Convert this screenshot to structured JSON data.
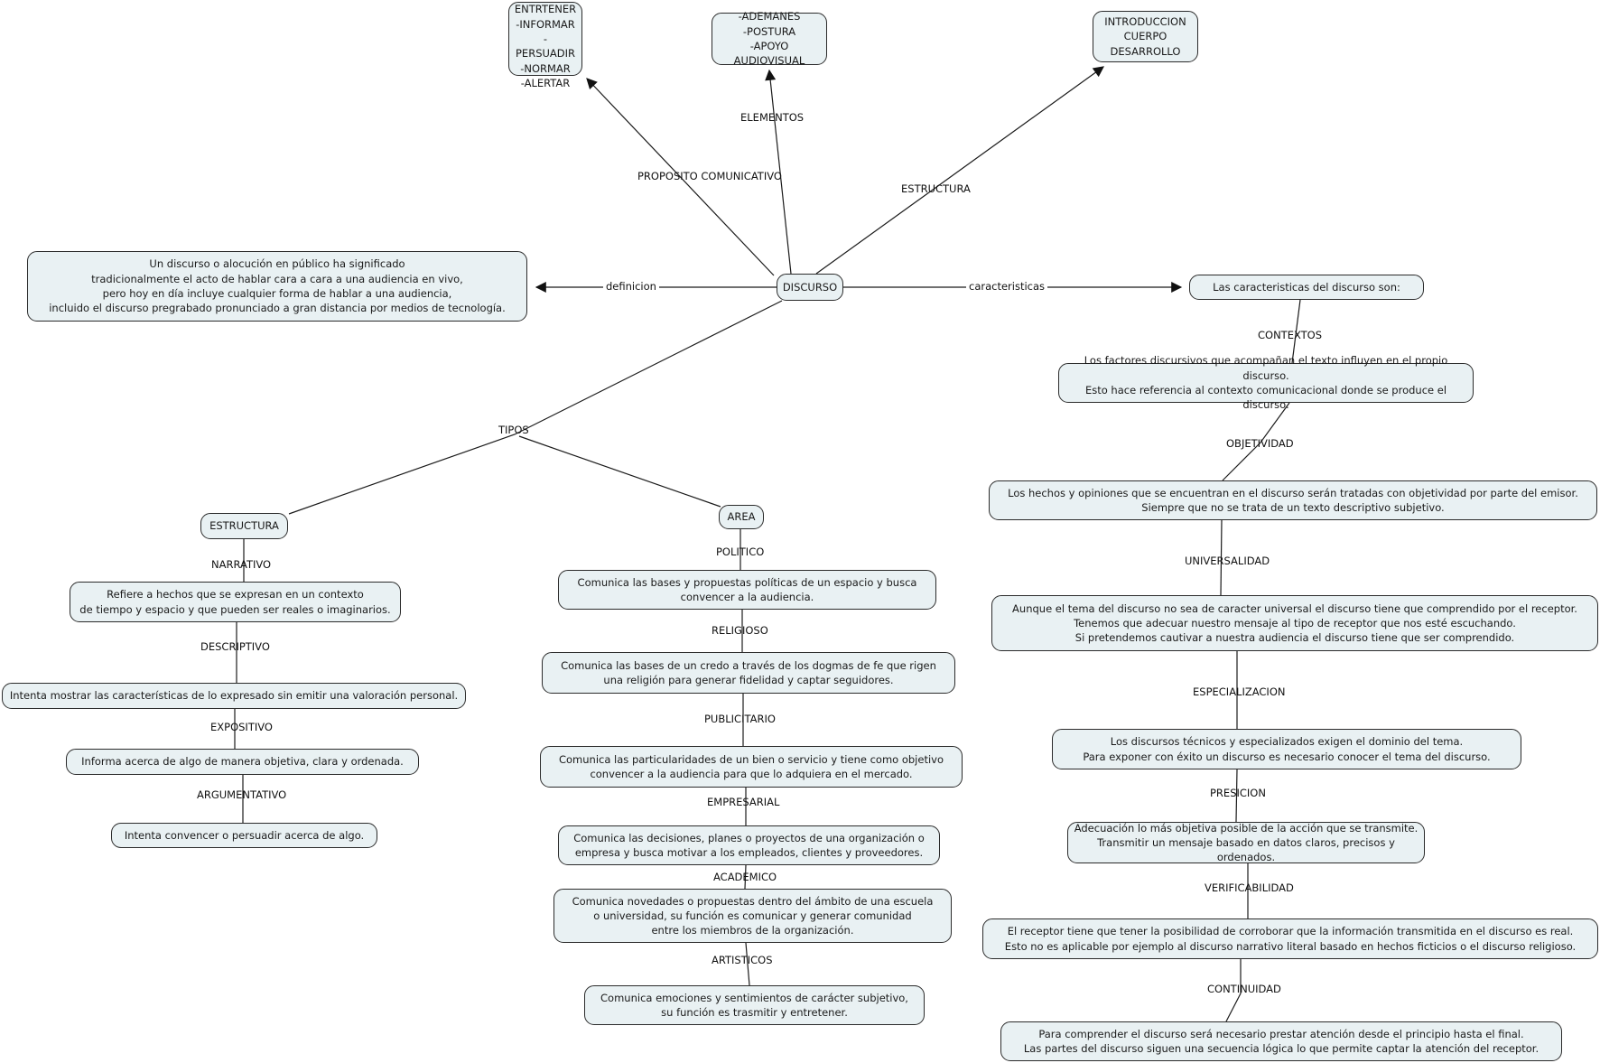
{
  "colors": {
    "background": "#ffffff",
    "node_fill": "#e9f1f3",
    "node_border": "#2b2b2b",
    "line": "#1a1a1a",
    "text": "#1a1a1a"
  },
  "nodes": {
    "discurso": "DISCURSO",
    "proposito_items": "-ENTRTENER\n-INFORMAR\n-PERSUADIR\n-NORMAR\n-ALERTAR",
    "elementos_items": "-ADEMANES\n-POSTURA\n-APOYO AUDIOVISUAL",
    "estructura_items": "INTRODUCCION\nCUERPO\nDESARROLLO",
    "definicion": "Un discurso o alocución en público ha significado\ntradicionalmente el acto de hablar cara a cara a una audiencia en vivo,\npero hoy en día incluye cualquier forma de hablar a una audiencia,\nincluido el discurso pregrabado pronunciado a gran distancia por medios de tecnología.",
    "caracteristicas_intro": "Las caracteristicas del discurso son:",
    "contextos": "Los factores discursivos que acompañan el texto influyen en el propio discurso.\nEsto hace referencia al contexto comunicacional donde se produce el discurso.",
    "objetividad": "Los hechos y opiniones que se encuentran en el discurso serán tratadas con objetividad por parte del emisor.\nSiempre que no se trata de un texto descriptivo subjetivo.",
    "universalidad": "Aunque el tema del discurso no sea de caracter universal el discurso tiene que comprendido por el receptor.\nTenemos que adecuar nuestro mensaje al tipo de receptor que nos esté escuchando.\nSi pretendemos cautivar a nuestra audiencia el discurso tiene que ser comprendido.",
    "especializacion": "Los discursos técnicos y especializados exigen el dominio del tema.\nPara exponer con éxito un discurso es necesario conocer el tema del discurso.",
    "presicion": "Adecuación lo más objetiva posible de la acción que se transmite.\nTransmitir un mensaje basado en datos claros, precisos y ordenados.",
    "verificabilidad": "El receptor tiene que tener la posibilidad de corroborar que la información transmitida en el discurso es real.\nEsto no es aplicable por ejemplo al discurso narrativo literal basado en hechos ficticios o el discurso religioso.",
    "continuidad": "Para comprender el discurso será necesario prestar atención desde el principio hasta el final.\nLas partes del discurso siguen una secuencia lógica lo que permite captar la atención del receptor.",
    "estructura_tipo": "ESTRUCTURA",
    "area_tipo": "AREA",
    "narrativo": "Refiere a hechos que se expresan en un contexto\nde tiempo y espacio y que pueden ser reales o imaginarios.",
    "descriptivo": "Intenta mostrar las características de lo expresado sin emitir una valoración personal.",
    "expositivo": "Informa acerca de algo de manera objetiva, clara y ordenada.",
    "argumentativo": "Intenta convencer o persuadir acerca de algo.",
    "politico": "Comunica las bases y propuestas políticas de un espacio y busca\nconvencer a la audiencia.",
    "religioso": "Comunica las bases de un credo a través de los dogmas de fe que rigen\nuna religión para generar fidelidad y captar seguidores.",
    "publicitario": "Comunica las particularidades de un bien o servicio y tiene como objetivo\nconvencer a la audiencia para que lo adquiera en el mercado.",
    "empresarial": "Comunica las decisiones, planes o proyectos de una organización o\nempresa y busca motivar a los empleados, clientes y proveedores.",
    "academico": "Comunica novedades o propuestas dentro del ámbito de una escuela\no universidad, su función es comunicar y generar comunidad\nentre los miembros de la organización.",
    "artisticos": "Comunica emociones y sentimientos de carácter subjetivo,\nsu función es trasmitir y entretener."
  },
  "labels": {
    "proposito": "PROPOSITO COMUNICATIVO",
    "elementos": "ELEMENTOS",
    "estructura": "ESTRUCTURA",
    "definicion": "definicion",
    "caracteristicas": "caracteristicas",
    "tipos": "TIPOS",
    "contextos": "CONTEXTOS",
    "objetividad": "OBJETIVIDAD",
    "universalidad": "UNIVERSALIDAD",
    "especializacion": "ESPECIALIZACION",
    "presicion": "PRESICION",
    "verificabilidad": "VERIFICABILIDAD",
    "continuidad": "CONTINUIDAD",
    "narrativo": "NARRATIVO",
    "descriptivo": "DESCRIPTIVO",
    "expositivo": "EXPOSITIVO",
    "argumentativo": "ARGUMENTATIVO",
    "politico": "POLITICO",
    "religioso": "RELIGIOSO",
    "publicitario": "PUBLICITARIO",
    "empresarial": "EMPRESARIAL",
    "academico": "ACADEMICO",
    "artisticos": "ARTISTICOS"
  }
}
